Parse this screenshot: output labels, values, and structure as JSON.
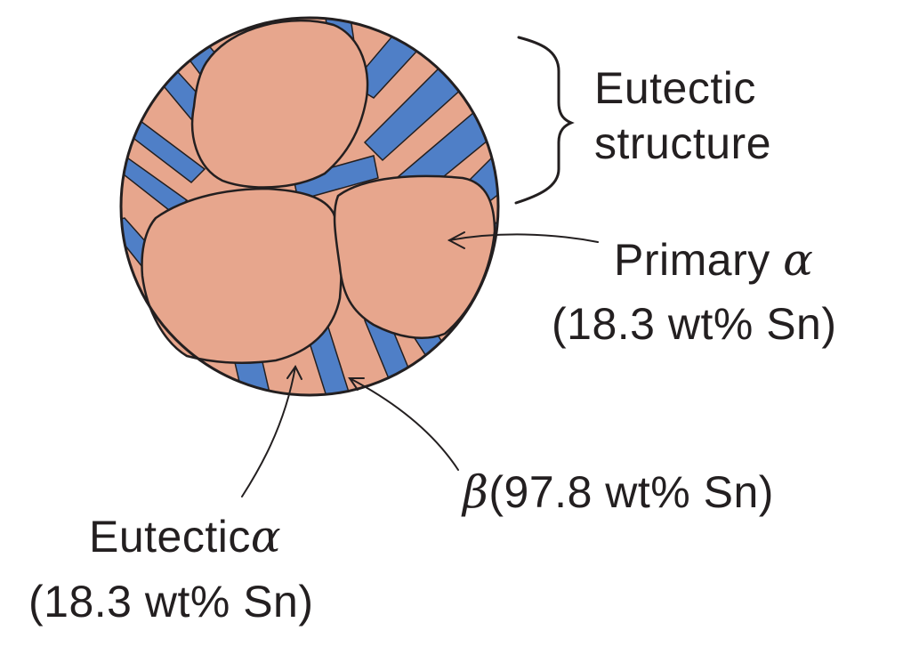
{
  "labels": {
    "eutectic_structure": {
      "line1": "Eutectic",
      "line2": "structure"
    },
    "primary_alpha": {
      "text": "Primary",
      "symbol": "α",
      "composition": "(18.3 wt% Sn)"
    },
    "beta": {
      "symbol": "β",
      "composition": "(97.8 wt% Sn)"
    },
    "eutectic_alpha": {
      "text": "Eutectic",
      "symbol": "α",
      "composition": "(18.3 wt% Sn)"
    }
  },
  "colors": {
    "alpha_phase": "#e7a68d",
    "beta_phase": "#4f7fc7",
    "outline": "#231f20",
    "background": "#ffffff"
  }
}
